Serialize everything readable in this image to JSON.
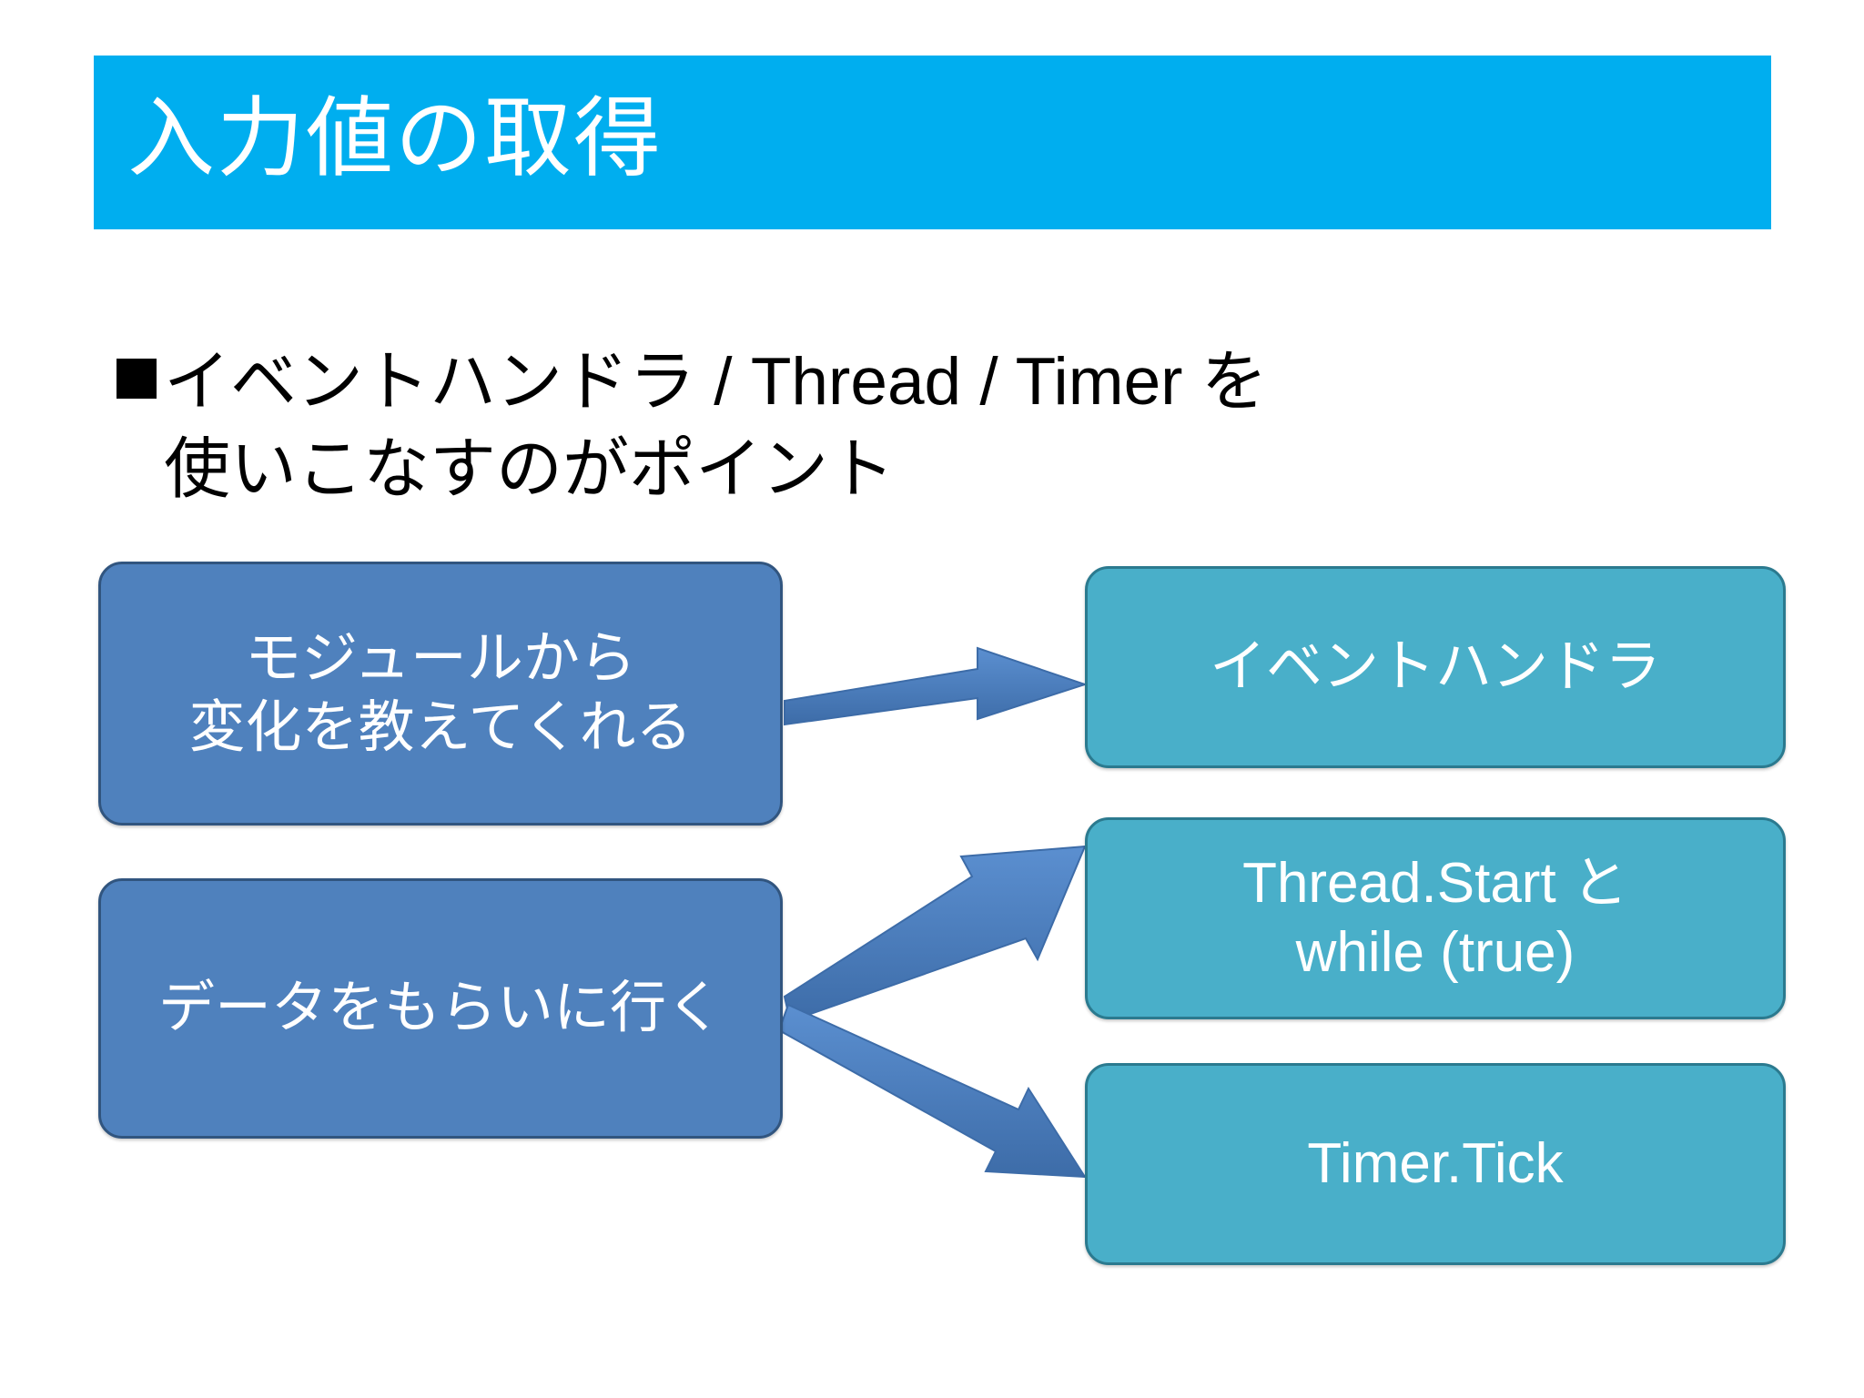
{
  "slide": {
    "title": "入力値の取得",
    "banner_color": "#00AEEF",
    "bullet": {
      "marker": "■",
      "line1": "イベントハンドラ / Thread / Timer を",
      "line2": "使いこなすのがポイント"
    },
    "diagram": {
      "source_color": "#4F81BD",
      "target_color": "#49AFC9",
      "arrow_color": "#4A7EBB",
      "sources": [
        {
          "id": "module",
          "line1": "モジュールから",
          "line2": "変化を教えてくれる"
        },
        {
          "id": "fetch",
          "line1": "データをもらいに行く",
          "line2": ""
        }
      ],
      "targets": [
        {
          "id": "event",
          "line1": "イベントハンドラ",
          "line2": ""
        },
        {
          "id": "thread",
          "line1": "Thread.Start と",
          "line2": "while (true)"
        },
        {
          "id": "timer",
          "line1": "Timer.Tick",
          "line2": ""
        }
      ],
      "edges": [
        {
          "from": "module",
          "to": "event"
        },
        {
          "from": "fetch",
          "to": "thread"
        },
        {
          "from": "fetch",
          "to": "timer"
        }
      ]
    }
  }
}
